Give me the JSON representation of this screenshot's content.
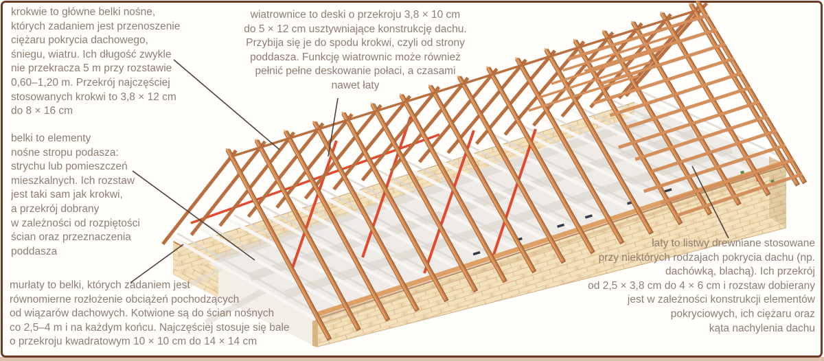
{
  "page": {
    "background": "#fffefb",
    "border_color": "#6e3a23",
    "bottom_strip_color": "#d9c3ad",
    "subject": "roof-truss-structure-diagram"
  },
  "annotations": {
    "krokwie": {
      "text": "krokwie to główne belki nośne,\nktórych zadaniem jest przenoszenie\nciężaru pokrycia dachowego,\nśniegu, wiatru. Ich długość zwykle\nnie przekracza 5 m przy rozstawie\n0,60–1,20 m. Przekrój najczęściej\nstosowanych krokwi to 3,8 × 12 cm\ndo 8 × 16 cm"
    },
    "wiatrownice": {
      "text": "wiatrownice to deski o przekroju 3,8 × 10 cm\ndo 5 × 12 cm usztywniające konstrukcję dachu.\nPrzybija się je do spodu krokwi, czyli od strony\npoddasza. Funkcję wiatrownic może również\npełnić pełne deskowanie połaci, a czasami\nnawet łaty"
    },
    "belki": {
      "text": "belki to elementy\nnośne stropu podasza:\nstrychu lub pomieszczeń\nmieszkalnych. Ich rozstaw\njest taki sam jak krokwi,\na przekrój dobrany\nw zależności od rozpiętości\nścian oraz przeznaczenia\npoddasza"
    },
    "murlaty": {
      "text": "murłaty to belki, których zadaniem jest\nrównomierne rozłożenie obciążeń pochodzących\nod wiązarów dachowych. Kotwione są do ścian nośnych\nco 2,5–4 m i na każdym końcu. Najczęściej stosuje się bale\no przekroju kwadratowym 10 × 10 cm do 14 × 14 cm"
    },
    "laty": {
      "text": "łaty to listwy drewniane stosowane\nprzy niektórych rodzajach pokrycia dachu (np.\ndachówką, blachą). Ich przekrój\nod 2,5 × 3,8 cm do 4 × 6 cm i  rozstaw dobierany\njest w zależności konstrukcji elementów\npokryciowych, ich ciężaru oraz\nkąta nachylenia dachu"
    }
  },
  "colors": {
    "text": "#8d7e71",
    "leader_line": "#4a433c",
    "wood_front": "#c9824e",
    "wood_light": "#e6a265",
    "wood_back": "#b97041",
    "wood_dark": "#a05f36",
    "batten": "#d58f5b",
    "brace_red": "#e14a2e",
    "brick_fill": "#f3e1bb",
    "brick_dark": "#e9cfa0",
    "brick_mortar": "#d9bd93",
    "wall_edge": "#c8a87c",
    "wall_end_face": "#d8b483",
    "murlata": "#dfa065",
    "floor": "#efece7",
    "floor_shadow": "#d6d3cd",
    "beam_white": "#f7f5f2",
    "anchor_dark": "#323b49",
    "mark_green": "#5c8a46",
    "mark_red": "#c94f35"
  }
}
